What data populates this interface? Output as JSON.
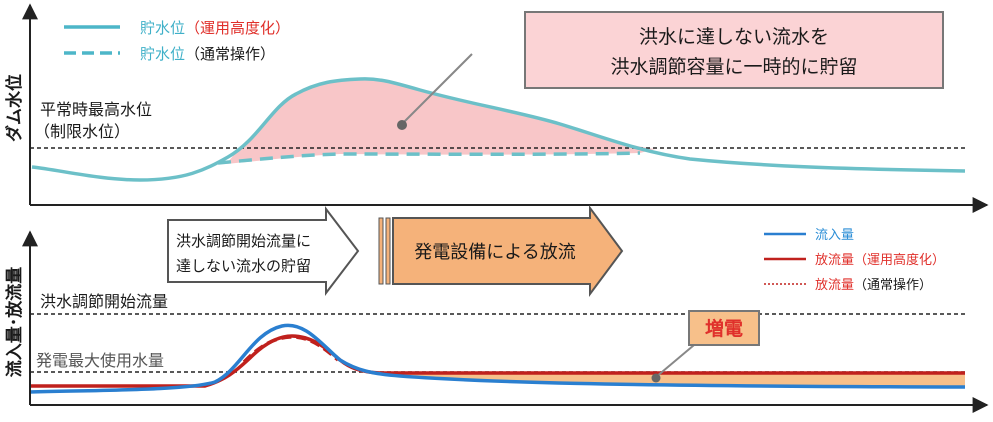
{
  "top_panel": {
    "y_axis_label": "ダム水位",
    "legend": [
      {
        "name": "貯水位",
        "qualifier": "（運用高度化）",
        "qualifier_color": "#e0302b",
        "line_color": "#4db6c8",
        "style": "solid"
      },
      {
        "name": "貯水位",
        "qualifier": "（通常操作）",
        "qualifier_color": "#1a1a1a",
        "line_color": "#4db6c8",
        "style": "dashed"
      }
    ],
    "reference_line_label_1": "平常時最高水位",
    "reference_line_label_2": "（制限水位）",
    "callout_line_1": "洪水に達しない流水を",
    "callout_line_2": "洪水調節容量に一時的に貯留"
  },
  "bottom_panel": {
    "y_axis_label": "流入量･放流量",
    "label_flood_start": "洪水調節開始流量",
    "label_max_usage": "発電最大使用水量",
    "arrow_1_line_1": "洪水調節開始流量に",
    "arrow_1_line_2": "達しない流水の貯留",
    "arrow_2_text": "発電設備による放流",
    "legend": [
      {
        "name": "流入量",
        "qualifier": "",
        "name_color": "#2a8dd6",
        "qualifier_color": "#2a8dd6",
        "line_color": "#2a7fd0",
        "style": "solid"
      },
      {
        "name": "放流量",
        "qualifier": "（運用高度化）",
        "name_color": "#e0302b",
        "qualifier_color": "#e0302b",
        "line_color": "#c0211d",
        "style": "solid"
      },
      {
        "name": "放流量",
        "qualifier": "（通常操作）",
        "name_color": "#e0302b",
        "qualifier_color": "#1a1a1a",
        "line_color": "#c0211d",
        "style": "dotted"
      }
    ],
    "callout": "増電"
  },
  "colors": {
    "storage_fill": "#f8c6c8",
    "callout_fill": "#fbd3d5",
    "generation_fill": "#f7c08a",
    "arrow_fill": "#f5b27a",
    "cyan_line": "#6cc0c8",
    "blue_line": "#2a7fd0",
    "red_line": "#c0211d"
  }
}
